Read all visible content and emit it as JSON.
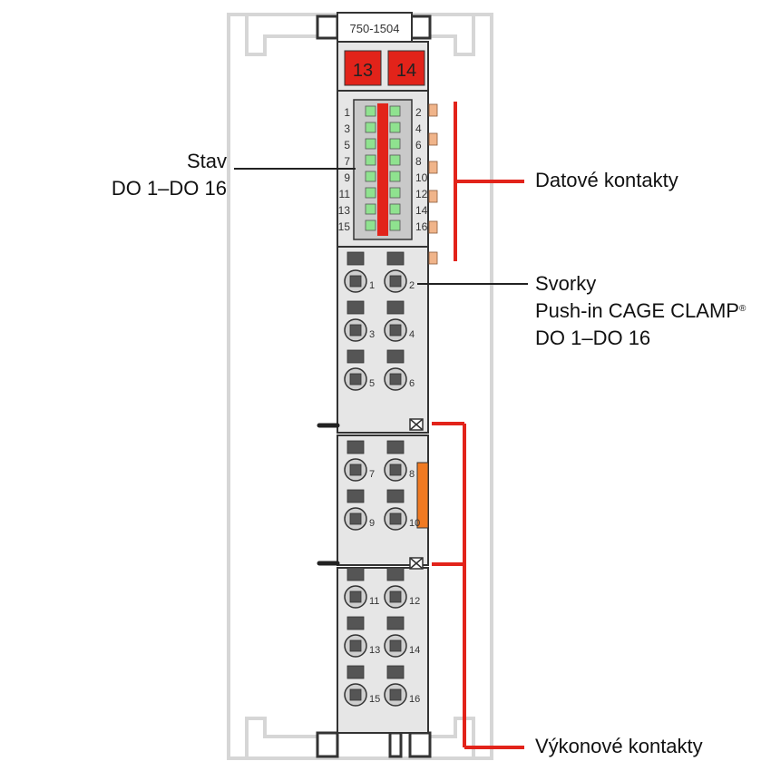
{
  "module": {
    "model": "750-1504",
    "marker_left": "13",
    "marker_right": "14",
    "led_numbers_left": [
      "1",
      "3",
      "5",
      "7",
      "9",
      "11",
      "13",
      "15"
    ],
    "led_numbers_right": [
      "2",
      "4",
      "6",
      "8",
      "10",
      "12",
      "14",
      "16"
    ],
    "terminals": [
      {
        "left": "1",
        "right": "2"
      },
      {
        "left": "3",
        "right": "4"
      },
      {
        "left": "5",
        "right": "6"
      },
      {
        "left": "7",
        "right": "8"
      },
      {
        "left": "9",
        "right": "10"
      },
      {
        "left": "11",
        "right": "12"
      },
      {
        "left": "13",
        "right": "14"
      },
      {
        "left": "15",
        "right": "16"
      }
    ]
  },
  "labels": {
    "status_line1": "Stav",
    "status_line2": "DO 1–DO 16",
    "data_contacts": "Datové kontakty",
    "terminals_line1": "Svorky",
    "terminals_line2": "Push-in CAGE CLAMP",
    "terminals_reg": "®",
    "terminals_line3": "DO 1–DO 16",
    "power_contacts": "Výkonové kontakty"
  },
  "colors": {
    "housing": "#e6e6e6",
    "outline": "#333333",
    "marker_red": "#e2231a",
    "led_green": "#8fe28f",
    "led_strip_red": "#e2231a",
    "data_contact": "#f0b48a",
    "power_jumper": "#f07a22",
    "bracket_red": "#e2231a",
    "rail_gray": "#d9d9d9",
    "terminal_dark": "#555555"
  }
}
